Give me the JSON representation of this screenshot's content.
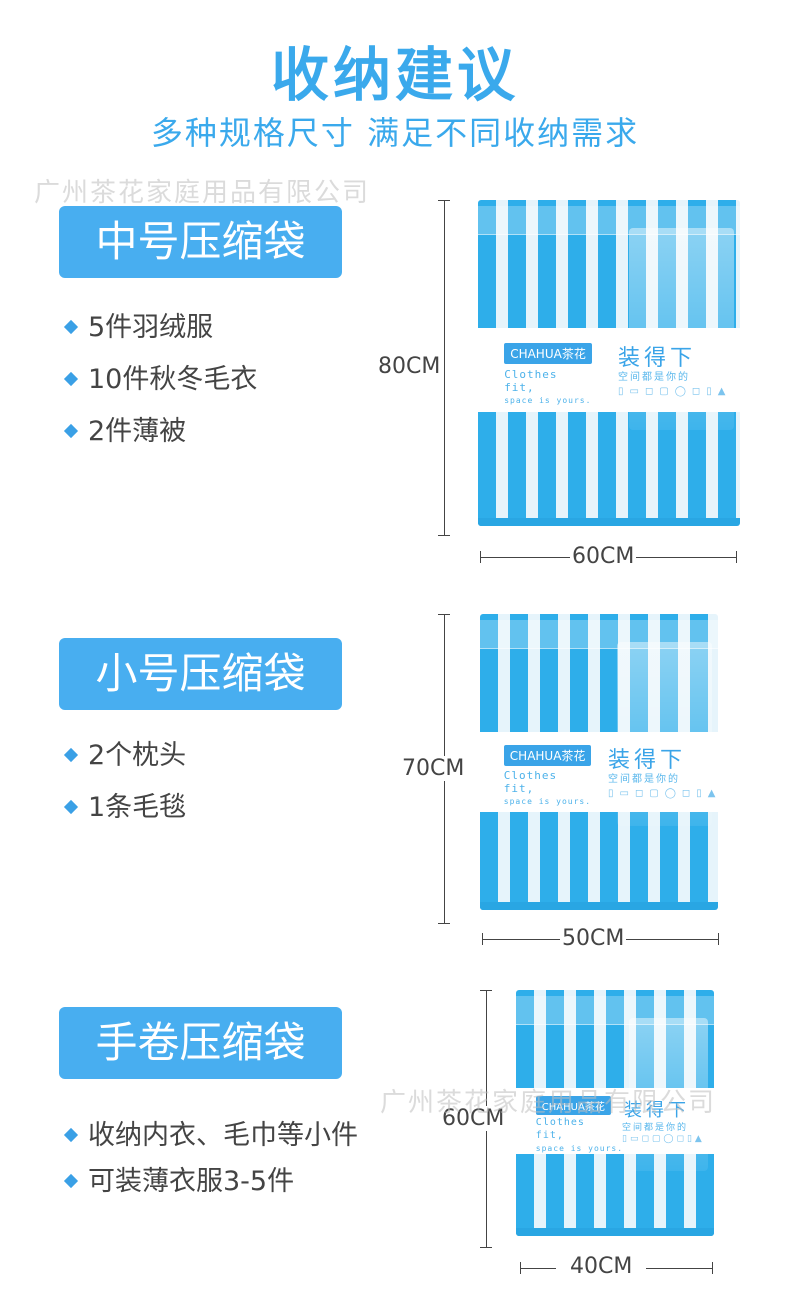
{
  "header": {
    "title": "收纳建议",
    "subtitle": "多种规格尺寸 满足不同收纳需求"
  },
  "watermark": "广州茶花家庭用品有限公司",
  "bag_print": {
    "brand": "CHAHUA茶花",
    "line1": "Clothes",
    "line2": "fit,",
    "line3": "space is yours.",
    "headline": "装得下",
    "sub": "空间都是你的",
    "icons": "▯▭◻▢◯◻▯▲"
  },
  "sections": [
    {
      "label": "中号压缩袋",
      "items": [
        "5件羽绒服",
        "10件秋冬毛衣",
        "2件薄被"
      ],
      "height_label": "80CM",
      "width_label": "60CM"
    },
    {
      "label": "小号压缩袋",
      "items": [
        "2个枕头",
        "1条毛毯"
      ],
      "height_label": "70CM",
      "width_label": "50CM"
    },
    {
      "label": "手卷压缩袋",
      "items": [
        "收纳内衣、毛巾等小件",
        "可装薄衣服3-5件"
      ],
      "height_label": "60CM",
      "width_label": "40CM"
    }
  ],
  "colors": {
    "accent": "#3aa9ec",
    "label_bg": "#48aef0",
    "stripe_blue": "#2eaeea",
    "stripe_light": "#e6f4fb"
  }
}
